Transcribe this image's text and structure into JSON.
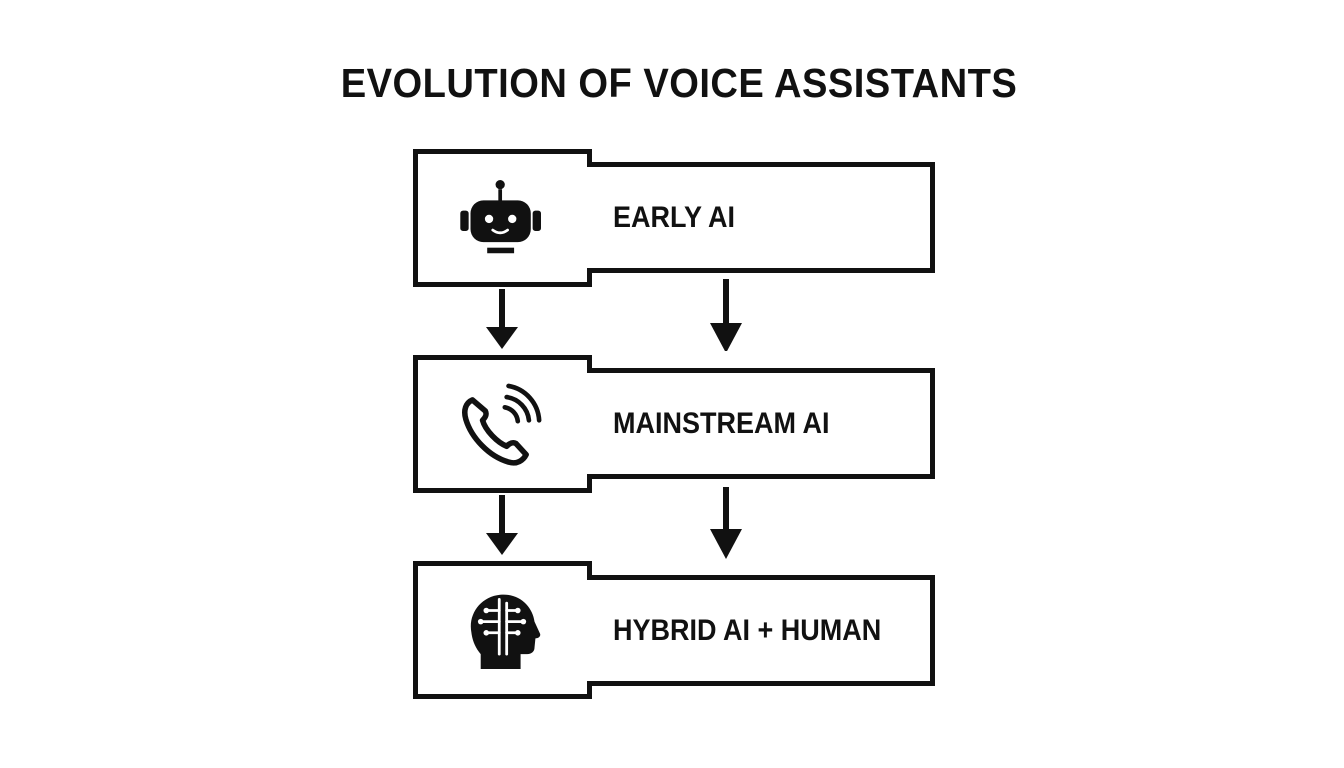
{
  "diagram": {
    "title": "EVOLUTION OF VOICE ASSISTANTS",
    "stages": [
      {
        "label": "EARLY AI",
        "icon": "robot-icon"
      },
      {
        "label": "MAINSTREAM AI",
        "icon": "phone-signal-icon"
      },
      {
        "label": "HYBRID AI + HUMAN",
        "icon": "brain-head-icon"
      }
    ],
    "colors": {
      "line": "#111111",
      "background": "#ffffff"
    }
  }
}
